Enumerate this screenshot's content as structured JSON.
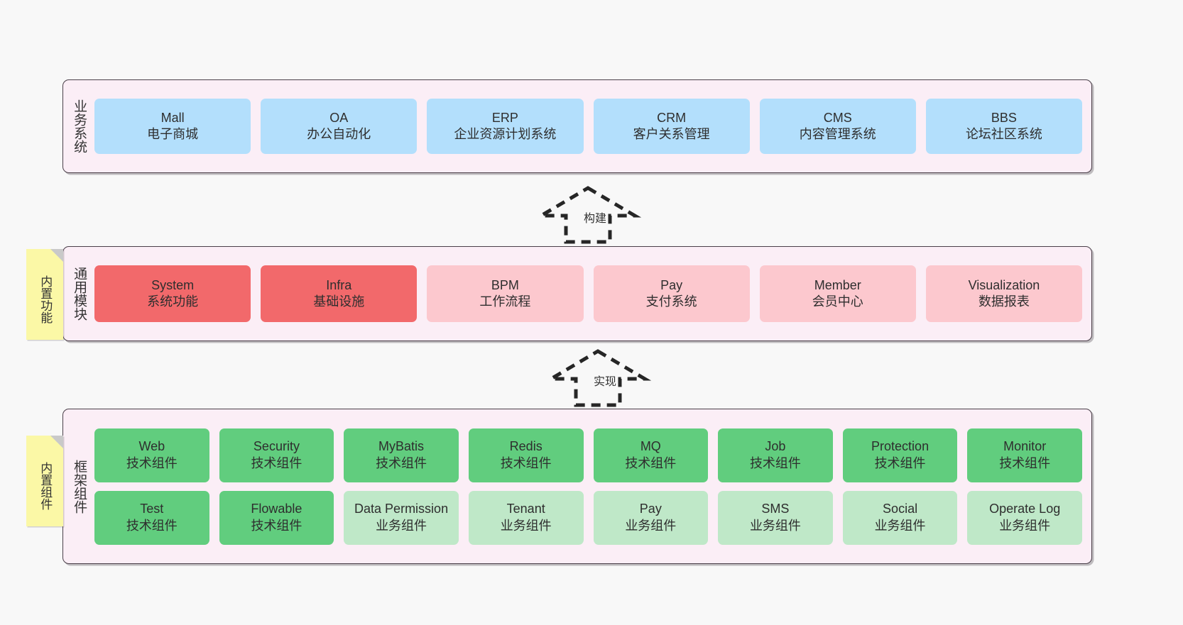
{
  "layers": [
    {
      "id": "business",
      "title": "业务系统",
      "rows": [
        {
          "cards": [
            {
              "en": "Mall",
              "cn": "电子商城",
              "style": "blue"
            },
            {
              "en": "OA",
              "cn": "办公自动化",
              "style": "blue"
            },
            {
              "en": "ERP",
              "cn": "企业资源计划系统",
              "style": "blue"
            },
            {
              "en": "CRM",
              "cn": "客户关系管理",
              "style": "blue"
            },
            {
              "en": "CMS",
              "cn": "内容管理系统",
              "style": "blue"
            },
            {
              "en": "BBS",
              "cn": "论坛社区系统",
              "style": "blue"
            }
          ]
        }
      ]
    },
    {
      "id": "modules",
      "title": "通用模块",
      "rows": [
        {
          "cards": [
            {
              "en": "System",
              "cn": "系统功能",
              "style": "red"
            },
            {
              "en": "Infra",
              "cn": "基础设施",
              "style": "red"
            },
            {
              "en": "BPM",
              "cn": "工作流程",
              "style": "pink"
            },
            {
              "en": "Pay",
              "cn": "支付系统",
              "style": "pink"
            },
            {
              "en": "Member",
              "cn": "会员中心",
              "style": "pink"
            },
            {
              "en": "Visualization",
              "cn": "数据报表",
              "style": "pink"
            }
          ]
        }
      ]
    },
    {
      "id": "framework",
      "title": "框架组件",
      "rows": [
        {
          "cards": [
            {
              "en": "Web",
              "cn": "技术组件",
              "style": "green"
            },
            {
              "en": "Security",
              "cn": "技术组件",
              "style": "green"
            },
            {
              "en": "MyBatis",
              "cn": "技术组件",
              "style": "green"
            },
            {
              "en": "Redis",
              "cn": "技术组件",
              "style": "green"
            },
            {
              "en": "MQ",
              "cn": "技术组件",
              "style": "green"
            },
            {
              "en": "Job",
              "cn": "技术组件",
              "style": "green"
            },
            {
              "en": "Protection",
              "cn": "技术组件",
              "style": "green"
            },
            {
              "en": "Monitor",
              "cn": "技术组件",
              "style": "green"
            }
          ]
        },
        {
          "cards": [
            {
              "en": "Test",
              "cn": "技术组件",
              "style": "green"
            },
            {
              "en": "Flowable",
              "cn": "技术组件",
              "style": "green"
            },
            {
              "en": "Data Permission",
              "cn": "业务组件",
              "style": "lgreen"
            },
            {
              "en": "Tenant",
              "cn": "业务组件",
              "style": "lgreen"
            },
            {
              "en": "Pay",
              "cn": "业务组件",
              "style": "lgreen"
            },
            {
              "en": "SMS",
              "cn": "业务组件",
              "style": "lgreen"
            },
            {
              "en": "Social",
              "cn": "业务组件",
              "style": "lgreen"
            },
            {
              "en": "Operate Log",
              "cn": "业务组件",
              "style": "lgreen"
            }
          ]
        }
      ]
    }
  ],
  "notes": [
    {
      "id": "modules",
      "text": "内置功能"
    },
    {
      "id": "framework",
      "text": "内置组件"
    }
  ],
  "arrows": [
    {
      "id": "build",
      "label": "构建"
    },
    {
      "id": "impl",
      "label": "实现"
    }
  ],
  "colors": {
    "canvas": "#f8f8f8",
    "layer_fill": "#fbeef6",
    "layer_border": "#4a3f49",
    "note_fill": "#fbf8a6",
    "note_fold": "#c9c9c9",
    "blue": "#b3dffc",
    "red": "#f2696b",
    "pink": "#fcc8ce",
    "green": "#61cd7e",
    "light_green": "#bfe8c8",
    "text": "#2e2e2e"
  }
}
